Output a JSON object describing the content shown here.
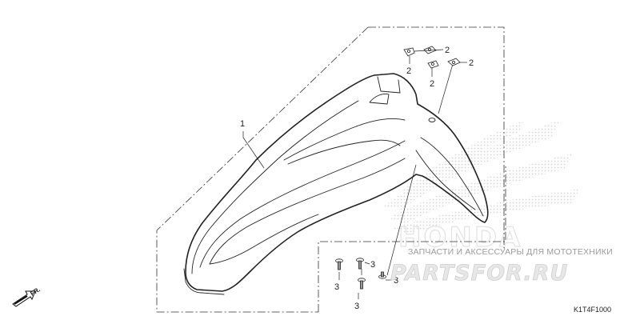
{
  "diagram": {
    "callouts": {
      "part_1": "1",
      "part_2a": "2",
      "part_2b": "2",
      "part_2c": "2",
      "part_2d": "2",
      "part_3a": "3",
      "part_3b": "3",
      "part_3c": "3",
      "part_3d": "3"
    },
    "direction_label": "FR.",
    "diagram_code": "K1T4F1000"
  },
  "watermark": {
    "tagline": "ЗАПЧАСТИ И АКСЕССУАРЫ ДЛЯ МОТОТЕХНИКИ",
    "logo_text": "PARTSFOR.RU",
    "brand_text": "HONDA",
    "colors": {
      "logo_fill": "#e7e7e7",
      "dots": "#d6d6d6"
    }
  }
}
